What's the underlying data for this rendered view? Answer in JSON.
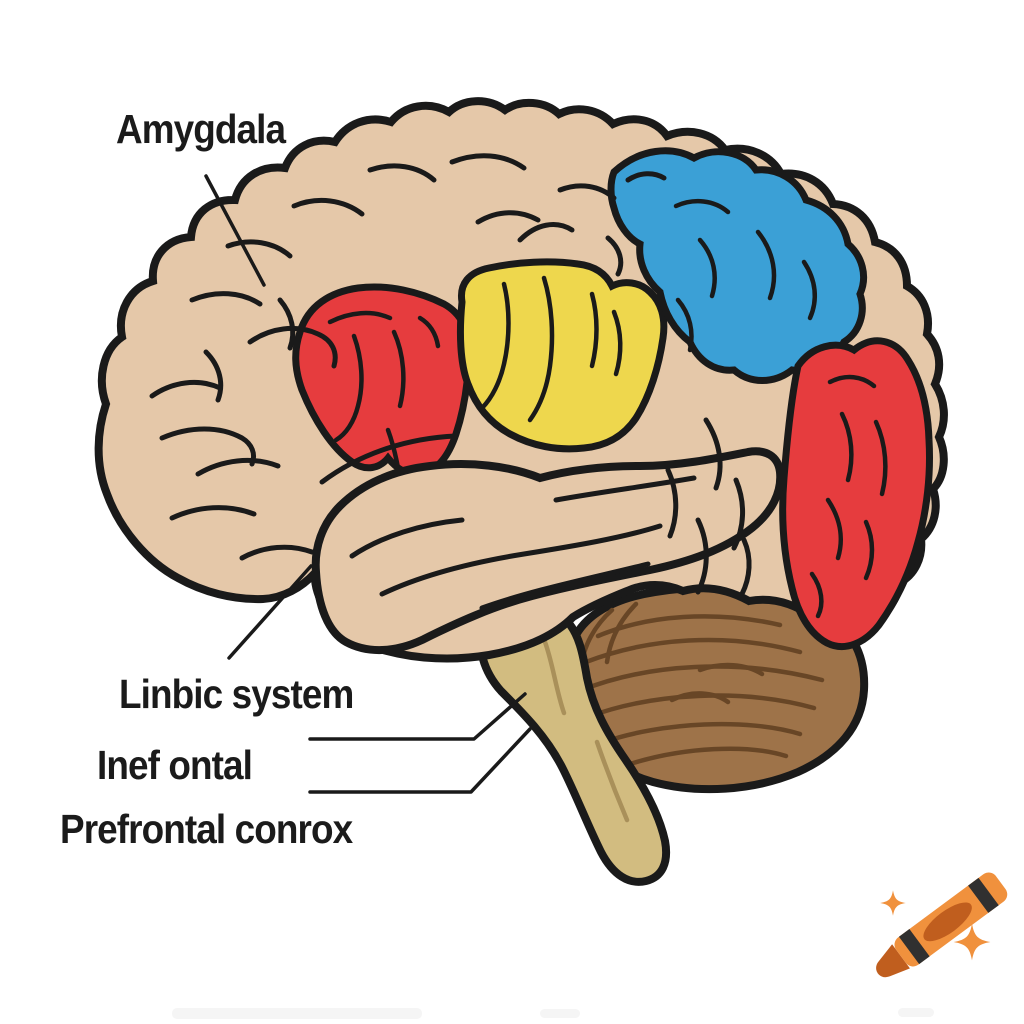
{
  "illustration": {
    "subject": "cartoon side-view brain diagram",
    "style": "ai-generated line-art with colored cortical regions"
  },
  "labels": {
    "amygdala": "Amygdala",
    "limbic": "Linbic system",
    "inefontal": "Inef ontal",
    "prefrontal": "Prefrontal conrox"
  },
  "colors": {
    "background": "#ffffff",
    "outline": "#1a1a1a",
    "label_text": "#1b1b1b",
    "cortex": "#e5c8a9",
    "region_red": "#e63c3e",
    "region_yellow": "#eed74d",
    "region_blue": "#3ba0d6",
    "cerebellum": "#9e7349",
    "cerebellum_line": "#684626",
    "brainstem": "#d2bc80",
    "brainstem_line": "#a9905a",
    "crayon_orange": "#f0913d",
    "crayon_dark": "#c05e1e",
    "crayon_stripe": "#303030",
    "sparkle": "#f0913d"
  },
  "logo": {
    "icon": "crayon-with-sparkles"
  }
}
